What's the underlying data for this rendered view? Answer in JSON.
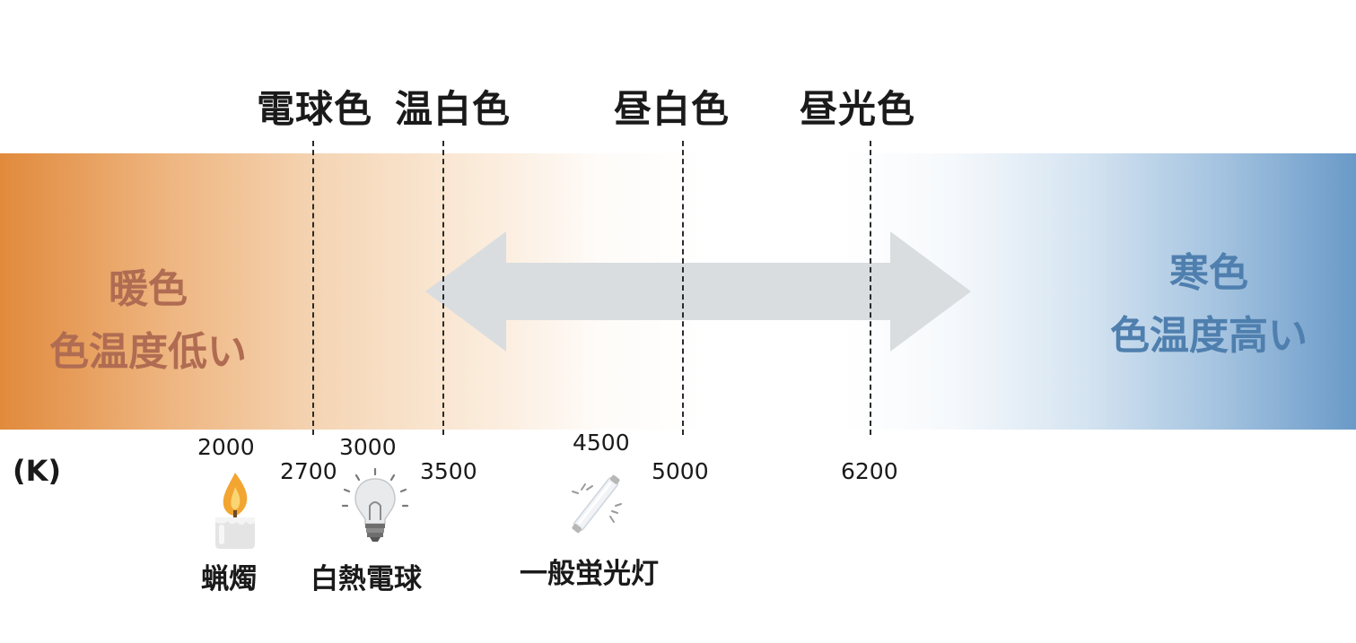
{
  "categories": [
    {
      "label": "電球色",
      "kelvin": "2700"
    },
    {
      "label": "温白色",
      "kelvin": "3500"
    },
    {
      "label": "昼白色",
      "kelvin": "5000"
    },
    {
      "label": "昼光色",
      "kelvin": "6200"
    }
  ],
  "extra_ticks": [
    "2000",
    "3000",
    "4500"
  ],
  "warm": {
    "line1": "暖色",
    "line2": "色温度低い"
  },
  "cool": {
    "line1": "寒色",
    "line2": "色温度高い"
  },
  "unit": "(K)",
  "sources": [
    "蝋燭",
    "白熱電球",
    "一般蛍光灯"
  ],
  "colors": {
    "warm_end": "#e18a3c",
    "cool_end": "#6a9ac8",
    "arrow": "#d9dde0",
    "warm_text": "#b06c52",
    "cool_text": "#4f7fae"
  },
  "icons": [
    "candle-icon",
    "light-bulb-icon",
    "fluorescent-tube-icon"
  ]
}
